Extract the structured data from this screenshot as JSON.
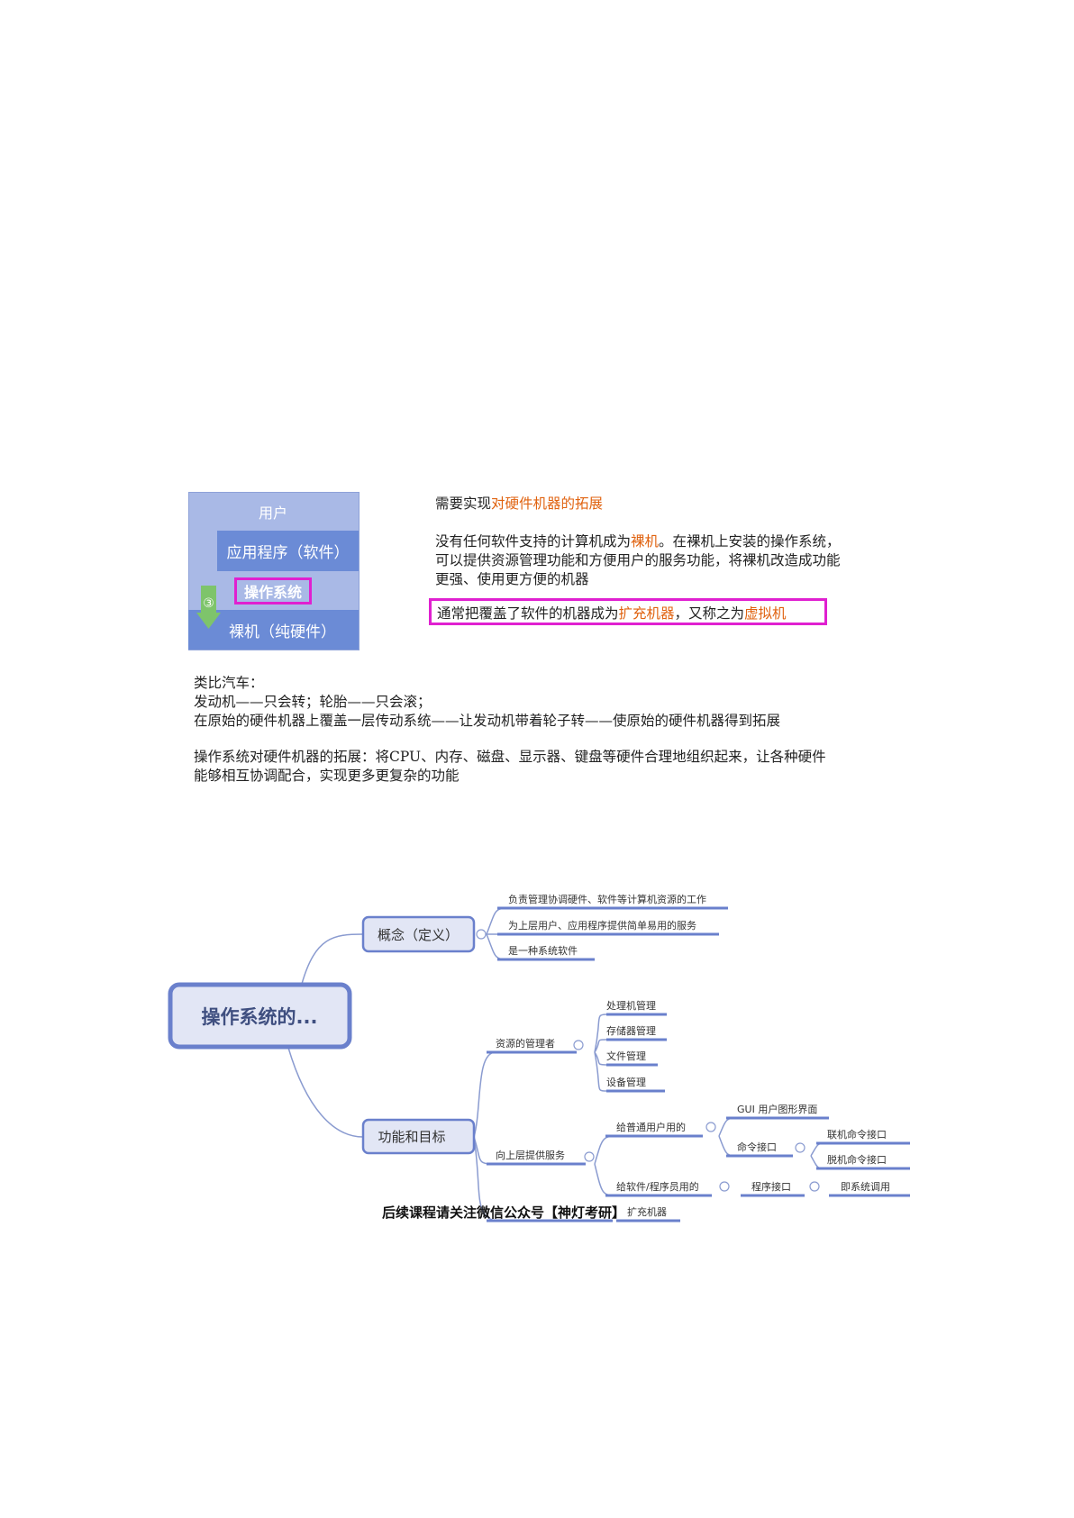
{
  "layers": {
    "user": "用户",
    "app": "应用程序（软件）",
    "os": "操作系统",
    "hardware": "裸机（纯硬件）",
    "step": "③"
  },
  "right": {
    "line1_a": "需要实现",
    "line1_b": "对硬件机器的拓展",
    "p1_a": "没有任何软件支持的计算机成为",
    "p1_b": "裸机",
    "p1_c": "。在裸机上安装的操作系统，",
    "p1_line2": "可以提供资源管理功能和方便用户的服务功能，将裸机改造成功能",
    "p1_line3": "更强、使用更方便的机器",
    "box_a": "通常把覆盖了软件的机器成为",
    "box_b": "扩充机器",
    "box_c": "，又称之为",
    "box_d": "虚拟机"
  },
  "analogy": {
    "l1": "类比汽车：",
    "l2": "发动机——只会转；轮胎——只会滚；",
    "l3": "在原始的硬件机器上覆盖一层传动系统——让发动机带着轮子转——使原始的硬件机器得到拓展",
    "l4": "操作系统对硬件机器的拓展：将CPU、内存、磁盘、显示器、键盘等硬件合理地组织起来，让各种硬件",
    "l5": "能够相互协调配合，实现更多更复杂的功能"
  },
  "mindmap": {
    "root": "操作系统的...",
    "concept": "概念（定义）",
    "concept_items": [
      "负责管理协调硬件、软件等计算机资源的工作",
      "为上层用户、应用程序提供简单易用的服务",
      "是一种系统软件"
    ],
    "function": "功能和目标",
    "resource_mgr": "资源的管理者",
    "resource_items": [
      "处理机管理",
      "存储器管理",
      "文件管理",
      "设备管理"
    ],
    "service": "向上层提供服务",
    "for_users": "给普通用户用的",
    "gui": "GUI 用户图形界面",
    "cmd": "命令接口",
    "cmd_items": [
      "联机命令接口",
      "脱机命令接口"
    ],
    "for_programmers": "给软件/程序员用的",
    "program_if": "程序接口",
    "syscall": "即系统调用",
    "extend": "扩充机器"
  },
  "watermark": "后续课程请关注微信公众号【神灯考研】"
}
